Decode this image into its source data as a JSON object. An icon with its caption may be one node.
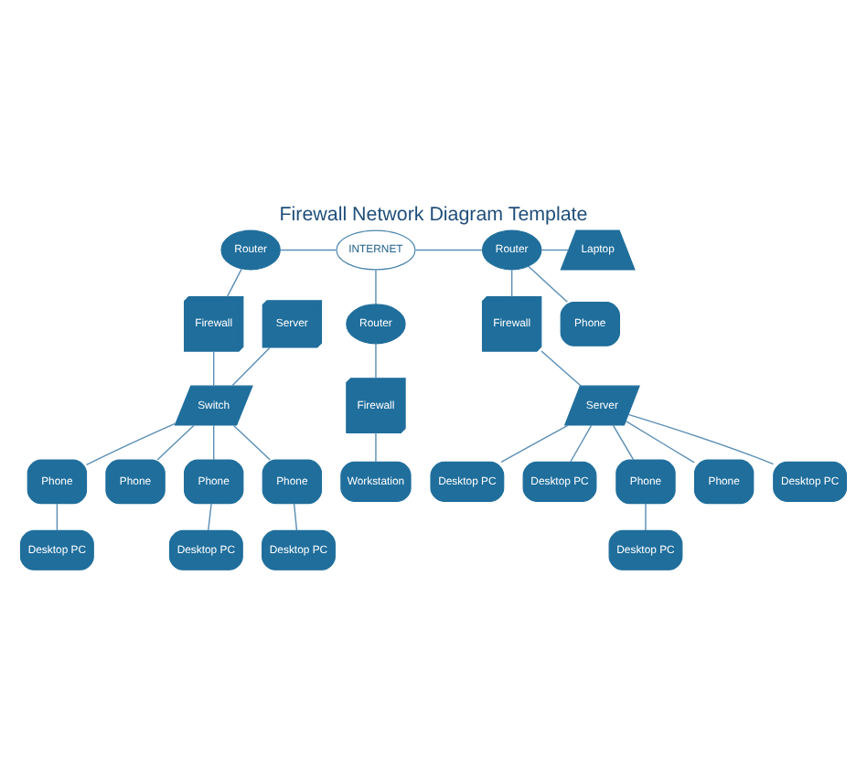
{
  "diagram": {
    "title": "Firewall Network Diagram Template",
    "nodes": [
      {
        "text": [
          "INTERNET"
        ]
      },
      {
        "text": [
          "Router"
        ]
      },
      {
        "text": [
          "Router"
        ]
      },
      {
        "text": [
          "Router"
        ]
      },
      {
        "text": [
          "Laptop"
        ]
      },
      {
        "text": [
          "Phone"
        ]
      },
      {
        "text": [
          "Firewall"
        ]
      },
      {
        "text": [
          "Firewall"
        ]
      },
      {
        "text": [
          "Firewall"
        ]
      },
      {
        "text": [
          "Desktop PC"
        ]
      },
      {
        "text": [
          "Server"
        ]
      },
      {
        "text": [
          "Switch"
        ]
      },
      {
        "text": [
          "Desktop PC"
        ]
      },
      {
        "text": [
          "Server"
        ]
      },
      {
        "text": [
          "Workstation"
        ]
      },
      {
        "text": [
          "Phone"
        ]
      },
      {
        "text": [
          "Phone"
        ]
      },
      {
        "text": [
          "Phone"
        ]
      },
      {
        "text": [
          "Phone"
        ]
      },
      {
        "text": [
          "Phone"
        ]
      },
      {
        "text": [
          "Phone"
        ]
      },
      {
        "text": [
          "Desktop PC"
        ]
      },
      {
        "text": [
          "Desktop PC"
        ]
      },
      {
        "text": [
          "Desktop PC"
        ]
      },
      {
        "text": [
          "Desktop PC"
        ]
      },
      {
        "text": [
          "Desktop PC"
        ]
      }
    ],
    "edges": [
      {
        "from": 1,
        "to": 0,
        "arrow": "none"
      },
      {
        "from": 0,
        "to": 3,
        "arrow": "none"
      },
      {
        "from": 0,
        "to": 2,
        "arrow": "none"
      },
      {
        "from": 3,
        "to": 4,
        "arrow": "none"
      },
      {
        "from": 3,
        "to": 5,
        "arrow": "none"
      },
      {
        "from": 1,
        "to": 6,
        "arrow": "none"
      },
      {
        "from": 2,
        "to": 7,
        "arrow": "none"
      },
      {
        "from": 3,
        "to": 8,
        "arrow": "none"
      },
      {
        "from": 6,
        "to": 11,
        "arrow": "none"
      },
      {
        "from": 10,
        "to": 11,
        "arrow": "none"
      },
      {
        "from": 11,
        "to": 15,
        "arrow": "none"
      },
      {
        "from": 11,
        "to": 16,
        "arrow": "none"
      },
      {
        "from": 11,
        "to": 17,
        "arrow": "none"
      },
      {
        "from": 11,
        "to": 18,
        "arrow": "none"
      },
      {
        "from": 15,
        "to": 22,
        "arrow": "none"
      },
      {
        "from": 16,
        "to": 23,
        "arrow": "none"
      },
      {
        "from": 17,
        "to": 24,
        "arrow": "none"
      },
      {
        "from": 7,
        "to": 14,
        "arrow": "none"
      },
      {
        "from": 8,
        "to": 13,
        "arrow": "none"
      },
      {
        "from": 13,
        "to": 9,
        "arrow": "none"
      },
      {
        "from": 13,
        "to": 12,
        "arrow": "none"
      },
      {
        "from": 13,
        "to": 19,
        "arrow": "none"
      },
      {
        "from": 13,
        "to": 20,
        "arrow": "none"
      },
      {
        "from": 13,
        "to": 21,
        "arrow": "none"
      },
      {
        "from": 19,
        "to": 25,
        "arrow": "none"
      }
    ]
  }
}
